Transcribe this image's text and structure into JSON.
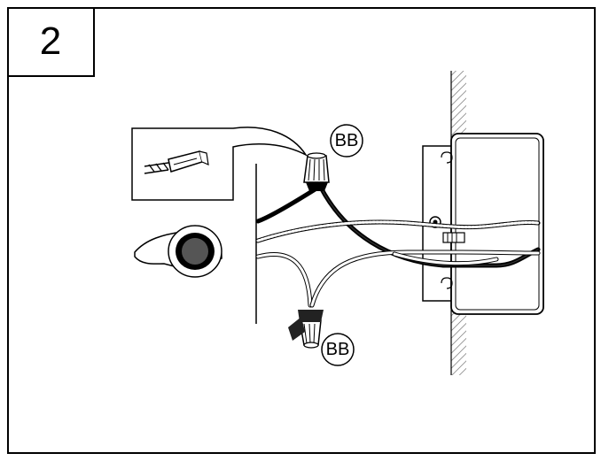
{
  "step": {
    "number": "2"
  },
  "callouts": {
    "top": "BB",
    "bottom": "BB"
  },
  "colors": {
    "line": "#000000",
    "background": "#ffffff",
    "hatch": "#777777"
  },
  "icons": [
    "wire-nut-icon",
    "electrical-tape-roll-icon",
    "twisted-wires-icon",
    "junction-box-icon",
    "wall-hatch-icon"
  ]
}
